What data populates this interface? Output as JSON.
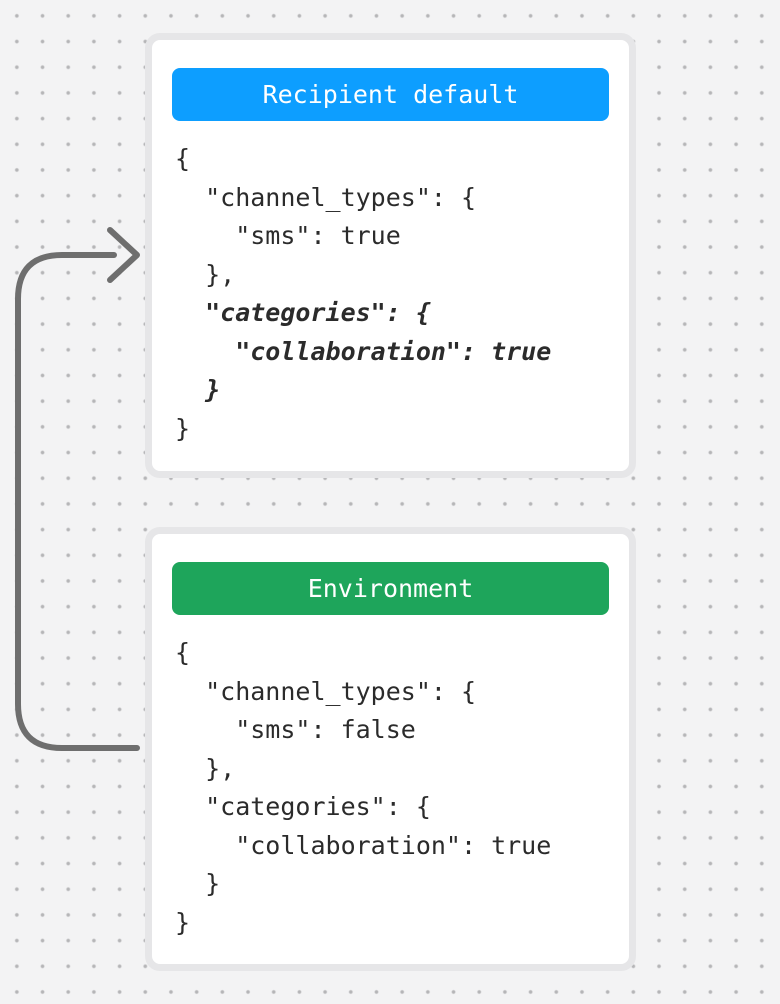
{
  "background": {
    "color": "#f3f3f4",
    "dot_color": "#b5b5b7"
  },
  "arrow": {
    "color": "#6e6e6e",
    "direction": "from-environment-card-to-recipient-default-card"
  },
  "cards": [
    {
      "id": "recipient-default",
      "header": {
        "label": "Recipient default",
        "color": "#0d9eff"
      },
      "code_lines": [
        {
          "text": "{",
          "emphasis": false
        },
        {
          "text": "  \"channel_types\": {",
          "emphasis": false
        },
        {
          "text": "    \"sms\": true",
          "emphasis": false
        },
        {
          "text": "  },",
          "emphasis": false
        },
        {
          "text": "  \"categories\": {",
          "emphasis": true
        },
        {
          "text": "    \"collaboration\": true",
          "emphasis": true
        },
        {
          "text": "  }",
          "emphasis": true
        },
        {
          "text": "}",
          "emphasis": false
        }
      ]
    },
    {
      "id": "environment",
      "header": {
        "label": "Environment",
        "color": "#1ea55b"
      },
      "code_lines": [
        {
          "text": "{",
          "emphasis": false
        },
        {
          "text": "  \"channel_types\": {",
          "emphasis": false
        },
        {
          "text": "    \"sms\": false",
          "emphasis": false
        },
        {
          "text": "  },",
          "emphasis": false
        },
        {
          "text": "  \"categories\": {",
          "emphasis": false
        },
        {
          "text": "    \"collaboration\": true",
          "emphasis": false
        },
        {
          "text": "  }",
          "emphasis": false
        },
        {
          "text": "}",
          "emphasis": false
        }
      ]
    }
  ]
}
